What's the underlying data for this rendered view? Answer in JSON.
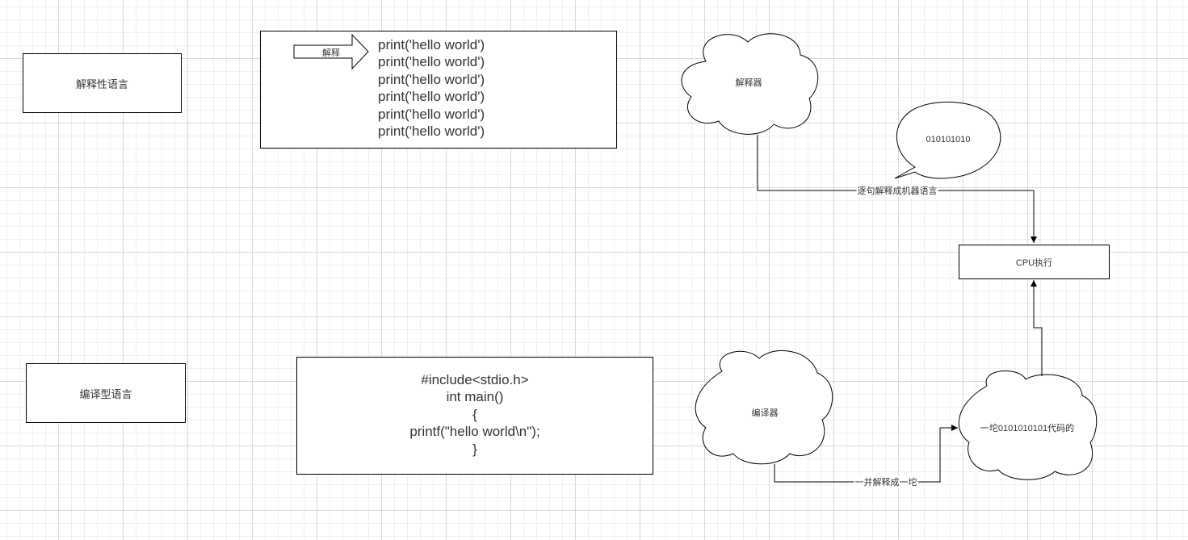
{
  "interpreted": {
    "label": "解释性语言",
    "arrow_label": "解释",
    "code_lines": [
      "print('hello world')",
      "print('hello world')",
      "print('hello world')",
      "print('hello world')",
      "print('hello world')",
      "print('hello world')"
    ],
    "interpreter_label": "解释器",
    "bubble_label": "010101010",
    "edge_label": "逐句解释成机器语言"
  },
  "cpu": {
    "label": "CPU执行"
  },
  "compiled": {
    "label": "编译型语言",
    "code_lines": [
      "#include<stdio.h>",
      "int main()",
      "{",
      "printf(\"hello world\\n\");",
      "}"
    ],
    "compiler_label": "编译器",
    "output_label": "一坨0101010101代码的",
    "edge_label": "一并解释成一坨"
  }
}
